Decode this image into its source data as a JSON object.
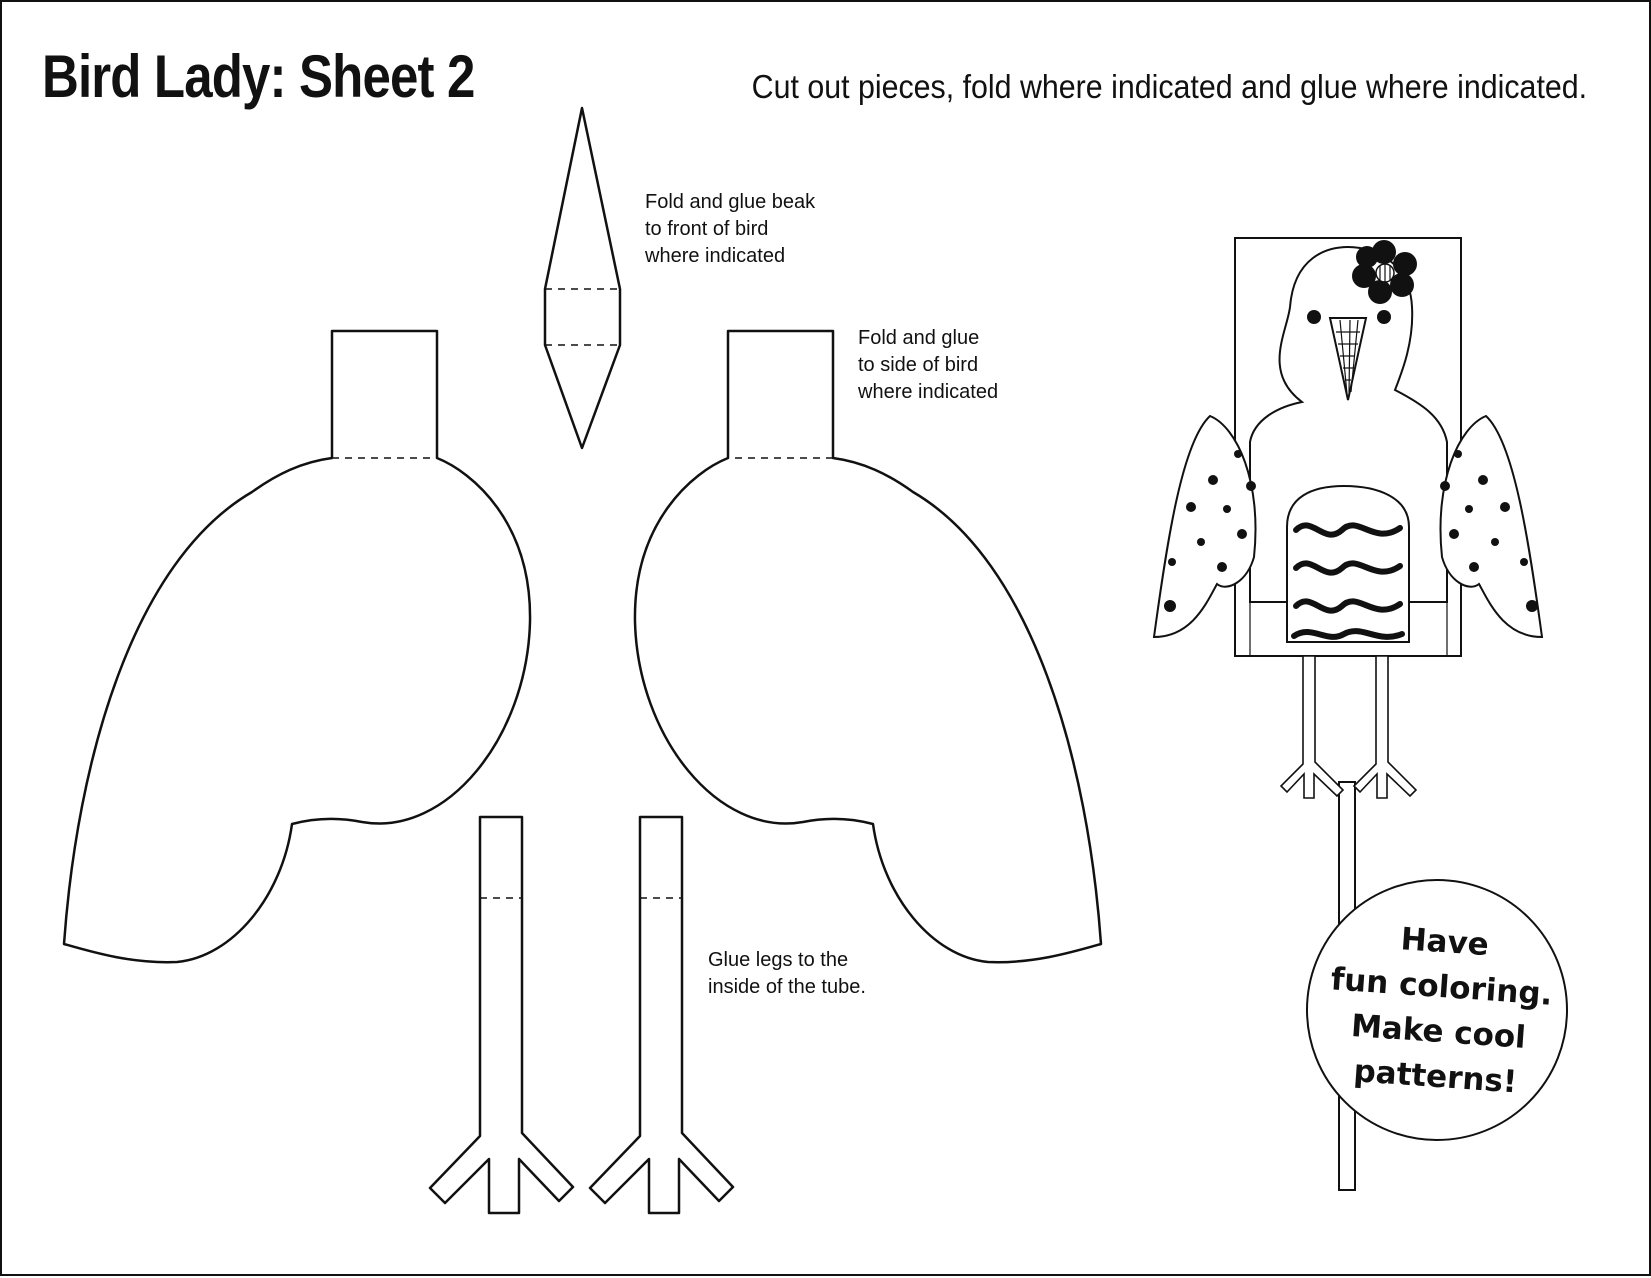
{
  "sheet": {
    "title": "Bird Lady: Sheet 2",
    "instructions": "Cut out pieces, fold where indicated and glue where indicated."
  },
  "notes": {
    "beak": "Fold and glue beak\nto front of bird\nwhere indicated",
    "wing": "Fold and glue\nto side of bird\nwhere indicated",
    "legs": "Glue legs to the\ninside of the tube."
  },
  "bubble": {
    "text": "Have\nfun coloring.\nMake cool\npatterns!"
  },
  "icons": {
    "flower": "flower-icon",
    "bird": "bird-puppet-icon"
  }
}
